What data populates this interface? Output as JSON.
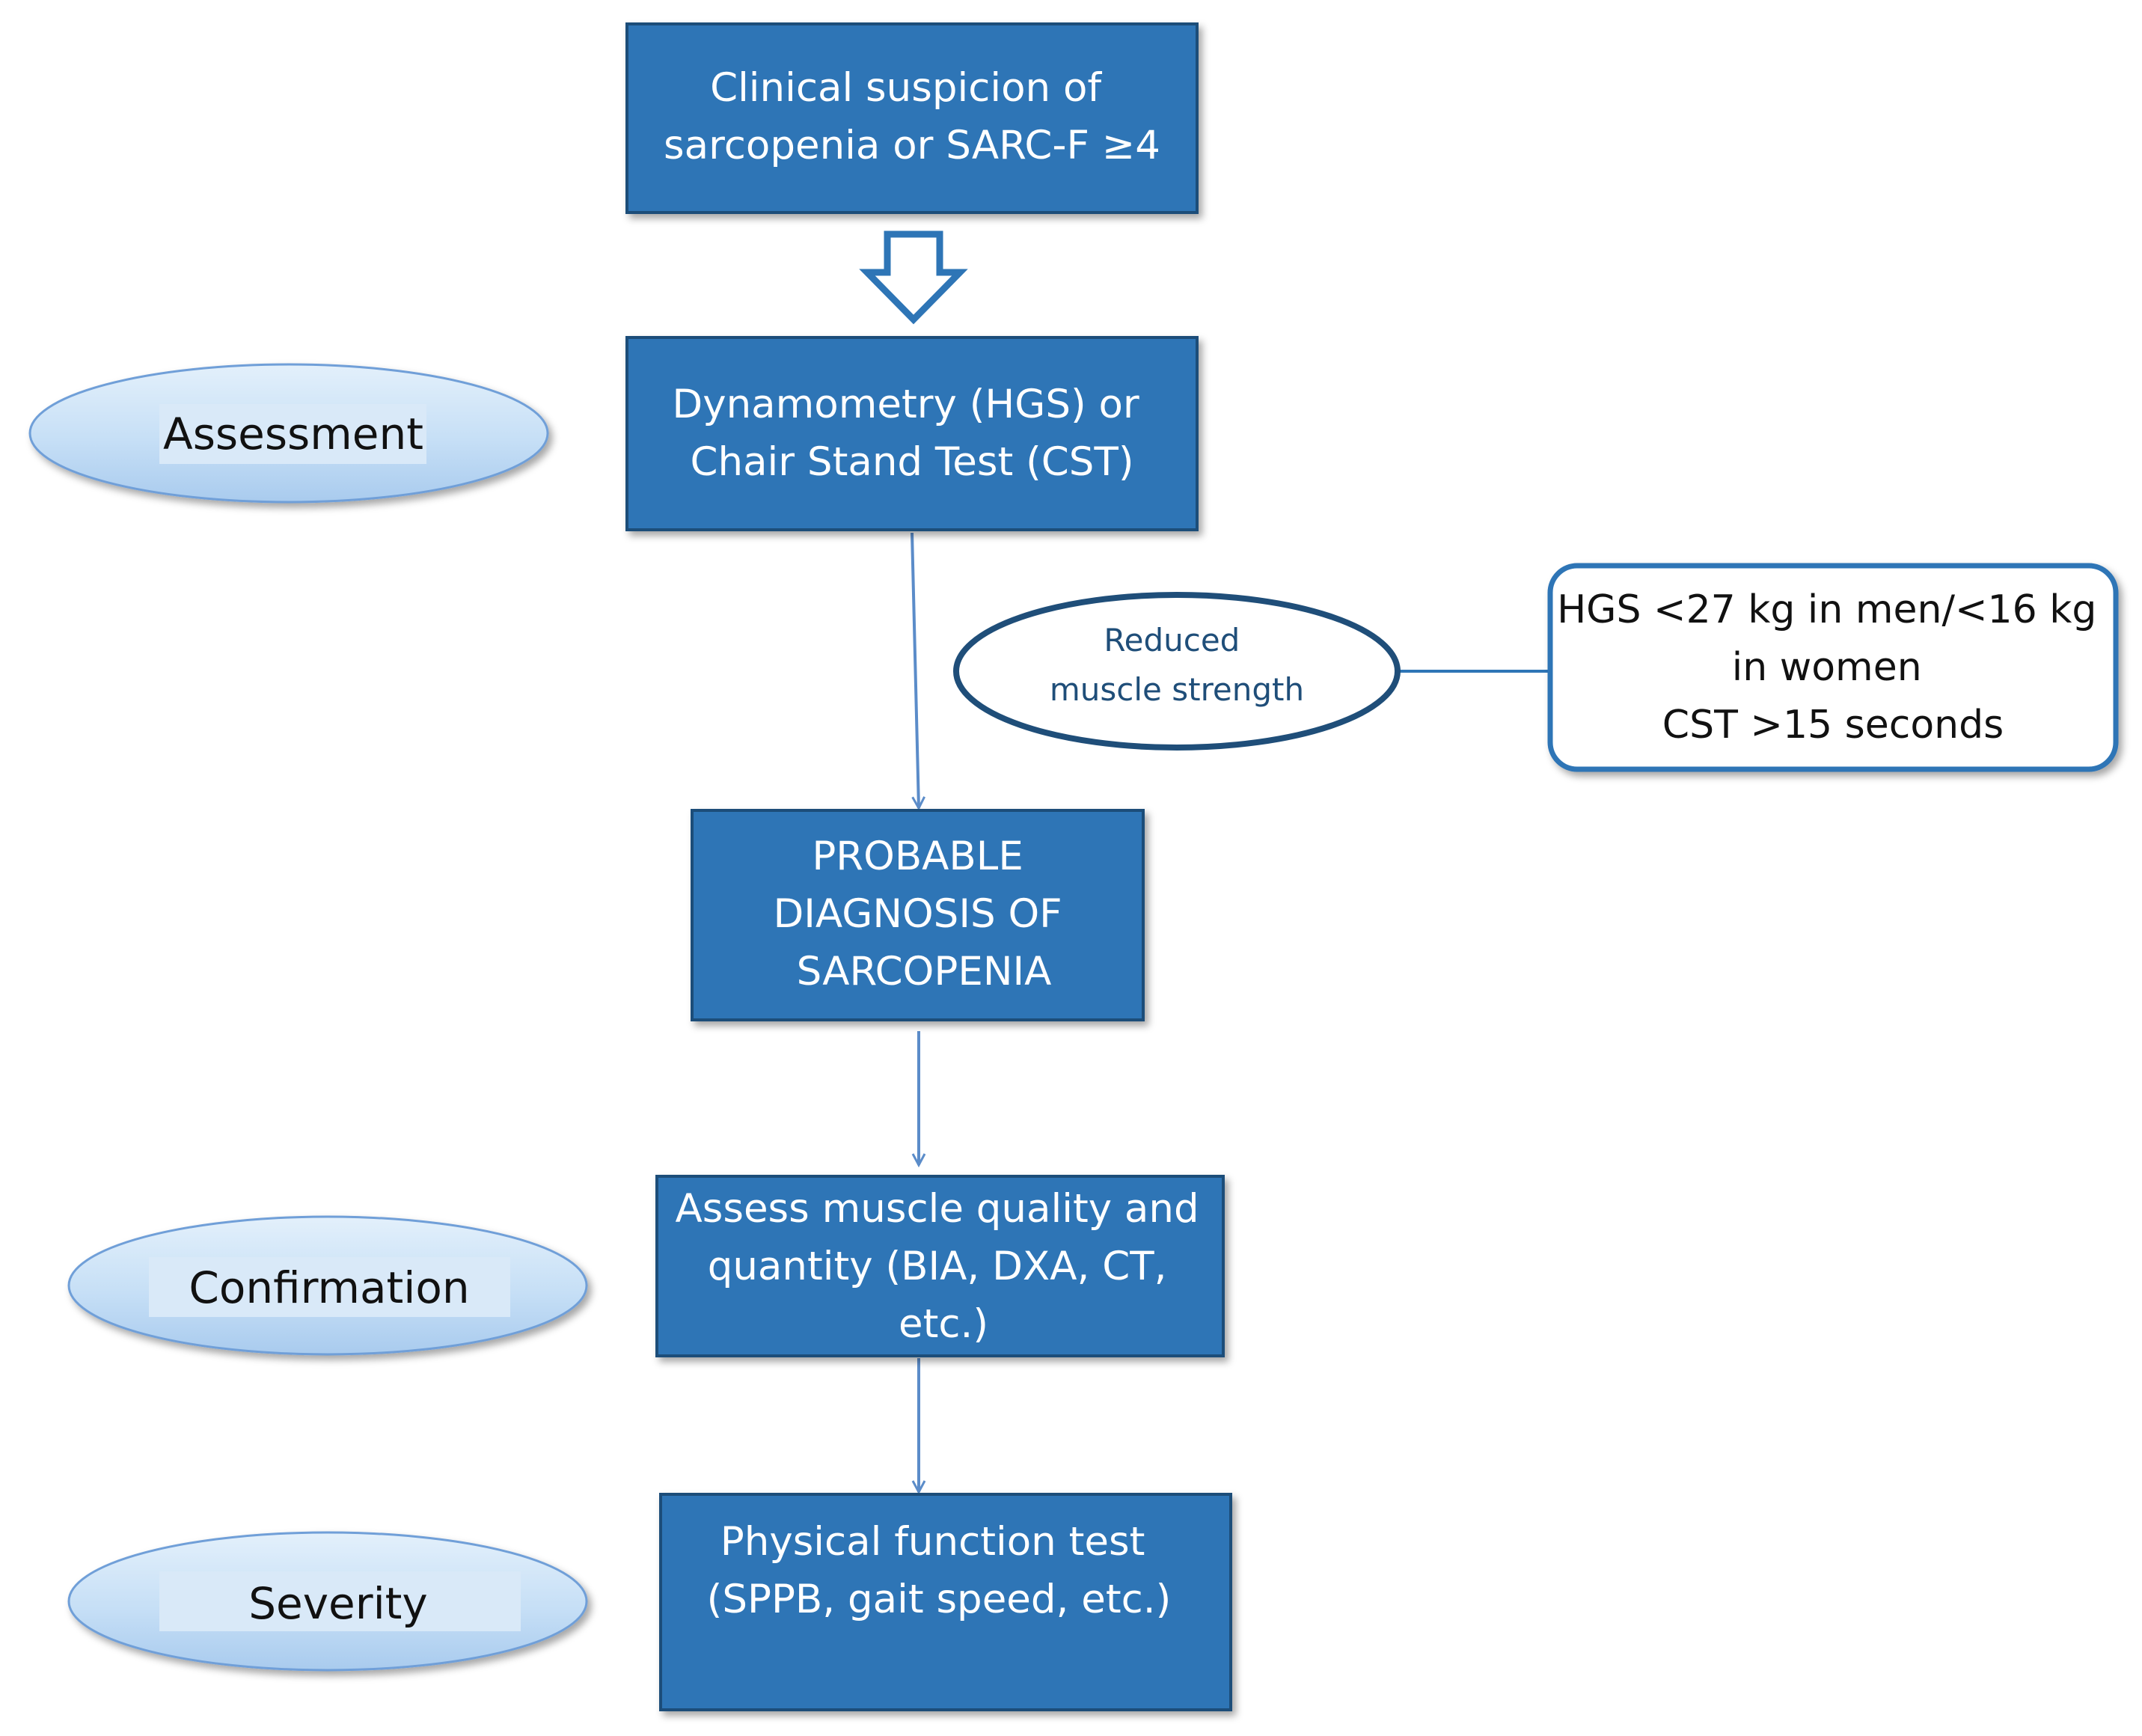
{
  "flow": {
    "step_1": {
      "lines": [
        "Clinical suspicion of",
        "sarcopenia or SARC-F ≥4"
      ]
    },
    "step_2": {
      "lines": [
        "Dynamometry (HGS) or",
        "Chair Stand Test (CST)"
      ]
    },
    "step_3": {
      "lines": [
        "PROBABLE",
        "DIAGNOSIS OF",
        "SARCOPENIA"
      ]
    },
    "step_4": {
      "lines": [
        "Assess muscle quality and",
        "quantity (BIA, DXA, CT,",
        "etc.)"
      ]
    },
    "step_5": {
      "lines": [
        "Physical function test",
        "(SPPB, gait speed, etc.)"
      ]
    }
  },
  "stages": {
    "assessment": "Assessment",
    "confirmation": "Confirmation",
    "severity": "Severity"
  },
  "reduced_strength": {
    "lines": [
      "Reduced",
      "muscle strength"
    ]
  },
  "criteria": {
    "lines": [
      "HGS <27 kg in men/<16 kg",
      "in women",
      "CST >15 seconds"
    ]
  },
  "colors": {
    "box_fill": "#2e75b6",
    "box_border": "#1f4e79",
    "stage_fill_light": "#e3f0fb",
    "stage_fill_dark": "#a9cbee",
    "stage_border": "#6f9fd8",
    "arrow": "#5b8cc9",
    "strength_border": "#1f4e79",
    "criteria_border": "#2e75b6",
    "connector": "#2e75b6"
  }
}
